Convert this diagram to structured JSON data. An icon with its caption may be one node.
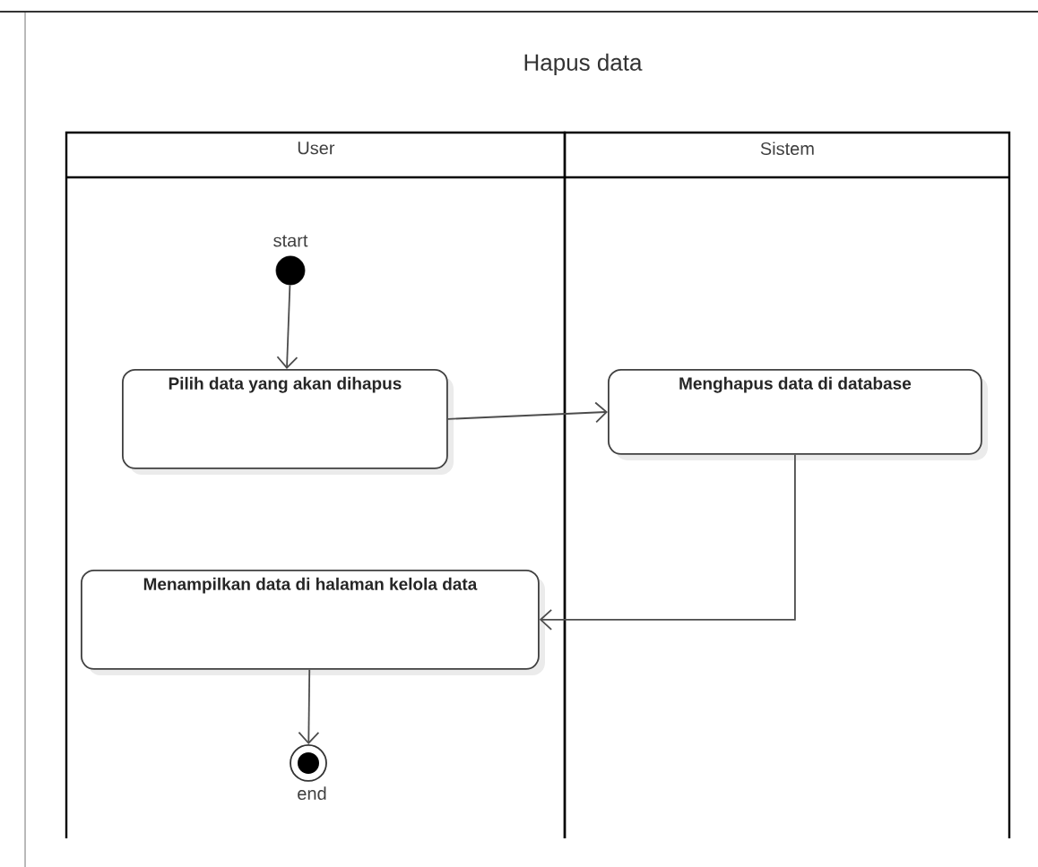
{
  "diagram": {
    "title": "Hapus data",
    "nodes": [
      {
        "text": [
          "User"
        ]
      },
      {
        "text": [
          "Sistem"
        ]
      },
      {
        "text": [],
        "shape": "circle",
        "beside": [
          "start"
        ],
        "in": 0
      },
      {
        "text": [
          "Pilih data yang akan dihapus"
        ],
        "in": 0
      },
      {
        "text": [
          "Menghapus data di database"
        ],
        "in": 1
      },
      {
        "text": [
          "Menampilkan data di halaman kelola data"
        ],
        "in": 0
      },
      {
        "text": [],
        "shape": "circle",
        "beside": [
          "end"
        ],
        "in": 0
      }
    ],
    "edges": [
      {
        "from": 2,
        "to": 3,
        "arrow": "to"
      },
      {
        "from": 3,
        "to": 4,
        "arrow": "to"
      },
      {
        "from": 4,
        "to": 5,
        "arrow": "to"
      },
      {
        "from": 5,
        "to": 6,
        "arrow": "to"
      }
    ]
  }
}
